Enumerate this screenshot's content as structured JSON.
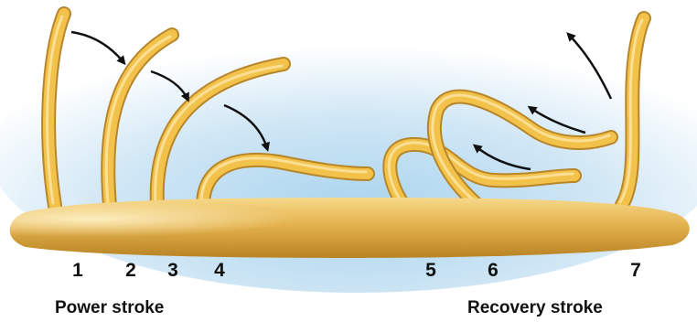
{
  "stage_numbers": [
    "1",
    "2",
    "3",
    "4",
    "5",
    "6",
    "7"
  ],
  "captions": {
    "power": "Power stroke",
    "recovery": "Recovery stroke"
  },
  "colors": {
    "cilium": "#f2c24a",
    "cilium_dark": "#b8862a",
    "cell_body": "#e2b04a",
    "background_glow": "#bfe0f2",
    "arrow": "#111111"
  }
}
